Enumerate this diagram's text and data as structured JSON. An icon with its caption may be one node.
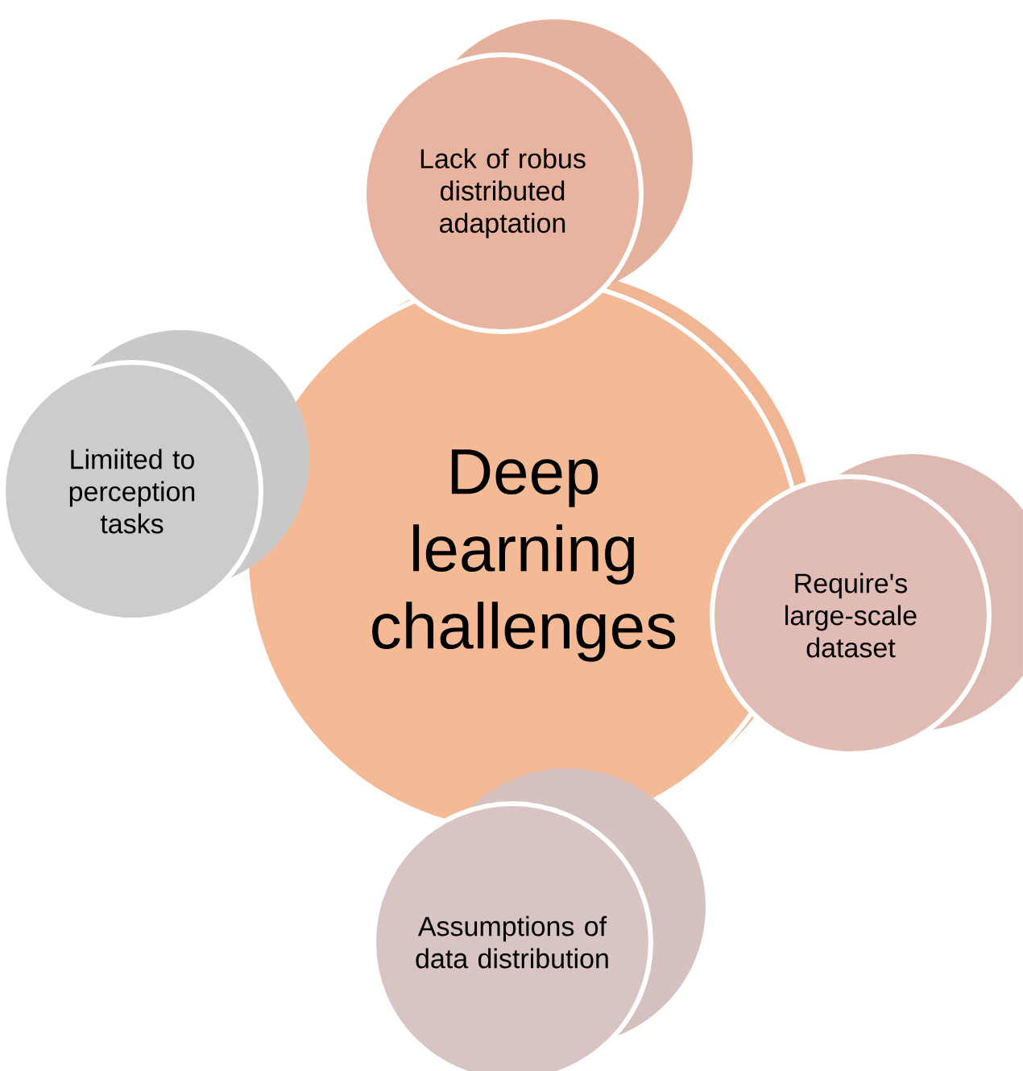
{
  "diagram": {
    "nodes": [
      {
        "text": [
          "Deep learning challenges"
        ]
      },
      {
        "text": [
          "Lack of robus distributed adaptation"
        ]
      },
      {
        "text": [
          "Require's large-scale dataset"
        ]
      },
      {
        "text": [
          "Assumptions of data distribution"
        ]
      },
      {
        "text": [
          "Limiited to perception tasks"
        ]
      }
    ]
  }
}
